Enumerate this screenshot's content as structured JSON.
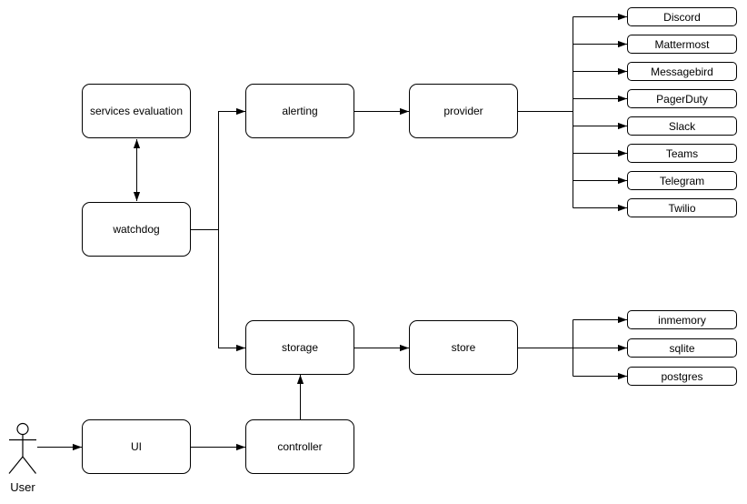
{
  "nodes": {
    "services_evaluation": {
      "label": "services evaluation"
    },
    "watchdog": {
      "label": "watchdog"
    },
    "alerting": {
      "label": "alerting"
    },
    "provider": {
      "label": "provider"
    },
    "storage": {
      "label": "storage"
    },
    "store": {
      "label": "store"
    },
    "ui": {
      "label": "UI"
    },
    "controller": {
      "label": "controller"
    }
  },
  "provider_leaves": [
    {
      "label": "Discord"
    },
    {
      "label": "Mattermost"
    },
    {
      "label": "Messagebird"
    },
    {
      "label": "PagerDuty"
    },
    {
      "label": "Slack"
    },
    {
      "label": "Teams"
    },
    {
      "label": "Telegram"
    },
    {
      "label": "Twilio"
    }
  ],
  "store_leaves": [
    {
      "label": "inmemory"
    },
    {
      "label": "sqlite"
    },
    {
      "label": "postgres"
    }
  ],
  "actor": {
    "label": "User"
  },
  "edges": [
    {
      "from": "watchdog",
      "to": "services_evaluation",
      "bidirectional": true
    },
    {
      "from": "watchdog",
      "to": "alerting"
    },
    {
      "from": "watchdog",
      "to": "storage"
    },
    {
      "from": "alerting",
      "to": "provider"
    },
    {
      "from": "provider",
      "to": "Discord"
    },
    {
      "from": "provider",
      "to": "Mattermost"
    },
    {
      "from": "provider",
      "to": "Messagebird"
    },
    {
      "from": "provider",
      "to": "PagerDuty"
    },
    {
      "from": "provider",
      "to": "Slack"
    },
    {
      "from": "provider",
      "to": "Teams"
    },
    {
      "from": "provider",
      "to": "Telegram"
    },
    {
      "from": "provider",
      "to": "Twilio"
    },
    {
      "from": "storage",
      "to": "store"
    },
    {
      "from": "store",
      "to": "inmemory"
    },
    {
      "from": "store",
      "to": "sqlite"
    },
    {
      "from": "store",
      "to": "postgres"
    },
    {
      "from": "User",
      "to": "UI"
    },
    {
      "from": "UI",
      "to": "controller"
    },
    {
      "from": "controller",
      "to": "storage"
    }
  ],
  "colors": {
    "stroke": "#000000",
    "fill": "#ffffff",
    "background": "#ffffff"
  }
}
